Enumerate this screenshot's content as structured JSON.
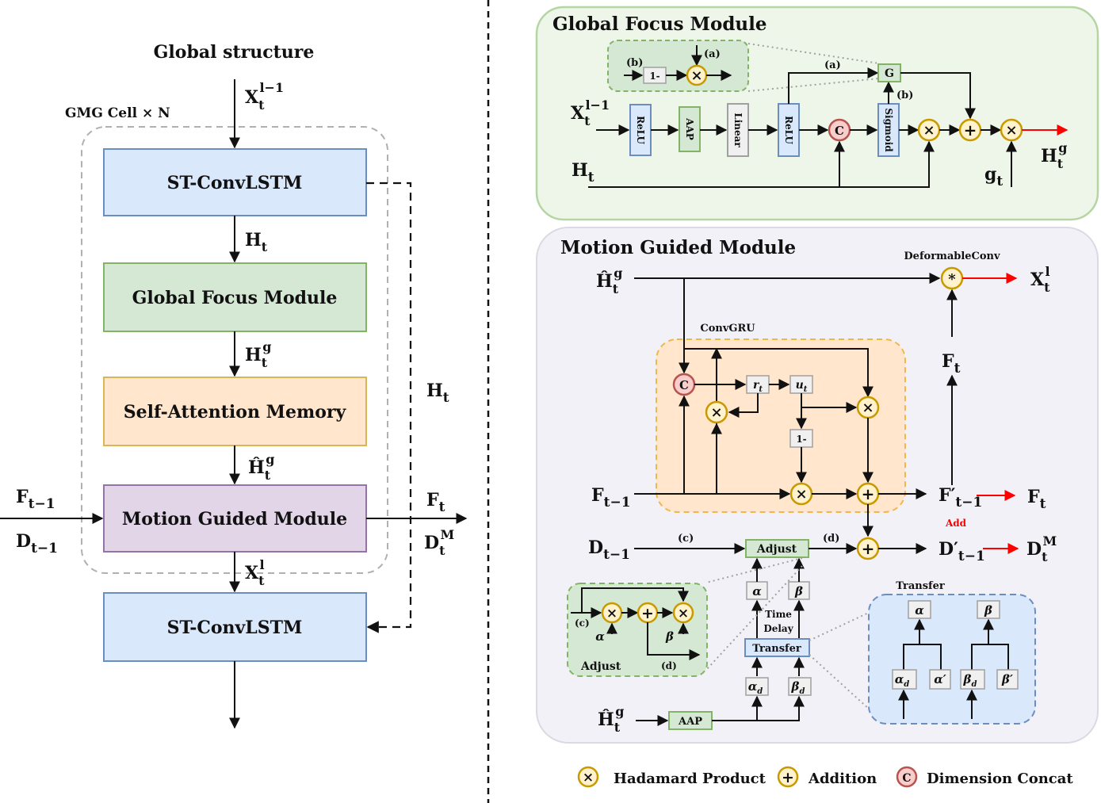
{
  "colors": {
    "blue_fill": "#dae8fc",
    "blue_stroke": "#6c8ebf",
    "green_fill": "#d5e8d4",
    "green_stroke": "#82b366",
    "orange_fill": "#ffe6cc",
    "orange_stroke": "#d6b656",
    "purple_fill": "#e1d5e7",
    "purple_stroke": "#9673a6",
    "gray_fill": "#f0f0f0",
    "gray_stroke": "#a0a0a0",
    "op_stroke": "#c89a00",
    "op_fill": "#fff2cc",
    "concat_stroke": "#b85450",
    "concat_fill": "#f8cecc",
    "red_arrow": "#ff0000"
  },
  "left": {
    "title": "Global structure",
    "cell_label": "GMG Cell × N",
    "input": {
      "base": "X",
      "sub": "t",
      "sup": "l−1"
    },
    "blocks": {
      "st_convlstm_top": "ST-ConvLSTM",
      "global_focus": "Global Focus Module",
      "self_attention": "Self-Attention Memory",
      "motion_guided": "Motion Guided Module",
      "st_convlstm_bottom": "ST-ConvLSTM"
    },
    "labels": {
      "h_t": {
        "base": "H",
        "sub": "t"
      },
      "h_t_g": {
        "base": "H",
        "sub": "t",
        "sup": "g"
      },
      "hhat_t_g": {
        "base": "Ĥ",
        "sub": "t",
        "sup": "g"
      },
      "x_t_l": {
        "base": "X",
        "sub": "t",
        "sup": "l"
      },
      "h_t_side": {
        "base": "H",
        "sub": "t"
      },
      "f_prev": {
        "base": "F",
        "sub": "t−1"
      },
      "d_prev": {
        "base": "D",
        "sub": "t−1"
      },
      "f_t": {
        "base": "F",
        "sub": "t"
      },
      "d_t_m": {
        "base": "D",
        "sub": "t",
        "sup": "M"
      }
    }
  },
  "gfm": {
    "title": "Global Focus Module",
    "inset": {
      "a": "(a)",
      "b": "(b)",
      "one_minus": "1-"
    },
    "blocks": {
      "relu1": "ReLU",
      "aap": "AAP",
      "linear": "Linear",
      "relu2": "ReLU",
      "sigmoid": "Sigmoid",
      "g": "G"
    },
    "labels": {
      "a": "(a)",
      "b": "(b)"
    },
    "x_in": {
      "base": "X",
      "sub": "t",
      "sup": "l−1"
    },
    "h_in": {
      "base": "H",
      "sub": "t"
    },
    "g_in": {
      "base": "g",
      "sub": "t"
    },
    "out": {
      "base": "H",
      "sub": "t",
      "sup": "g"
    }
  },
  "mgm": {
    "title": "Motion Guided Module",
    "deformable": "DeformableConv",
    "convgru": "ConvGRU",
    "hhat_in": {
      "base": "Ĥ",
      "sub": "t",
      "sup": "g"
    },
    "x_out": {
      "base": "X",
      "sub": "t",
      "sup": "l"
    },
    "f_t_label": {
      "base": "F",
      "sub": "t"
    },
    "r_t": "r",
    "u_t": "u",
    "t_sub": "t",
    "one_minus": "1-",
    "f_prev": {
      "base": "F",
      "sub": "t−1"
    },
    "f_prime": {
      "base": "F′",
      "sub": "t−1"
    },
    "f_t_out": {
      "base": "F",
      "sub": "t"
    },
    "add": "Add",
    "d_prev": {
      "base": "D",
      "sub": "t−1"
    },
    "c_label": "(c)",
    "d_label": "(d)",
    "adjust": "Adjust",
    "d_prime": {
      "base": "D′",
      "sub": "t−1"
    },
    "d_t_m": {
      "base": "D",
      "sub": "t",
      "sup": "M"
    },
    "alpha": "α",
    "beta": "β",
    "time_delay_1": "Time",
    "time_delay_2": "Delay",
    "transfer": "Transfer",
    "alpha_d": "α",
    "beta_d": "β",
    "d_sub": "d",
    "alpha_prime": "α′",
    "beta_prime": "β′",
    "hhat_in2": {
      "base": "Ĥ",
      "sub": "t",
      "sup": "g"
    },
    "aap": "AAP",
    "adjust_inset": {
      "title": "Adjust",
      "c": "(c)",
      "d": "(d)",
      "alpha": "α",
      "beta": "β"
    },
    "transfer_inset": {
      "title": "Transfer"
    }
  },
  "legend": {
    "hadamard": "Hadamard Product",
    "addition": "Addition",
    "concat": "Dimension Concat",
    "c_letter": "C"
  },
  "ops": {
    "times": "×",
    "plus": "+",
    "star": "*"
  }
}
